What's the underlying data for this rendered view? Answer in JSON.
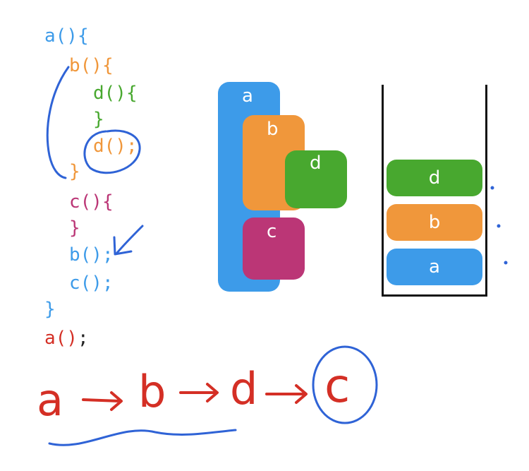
{
  "colors": {
    "blue": "#3d9be9",
    "orange": "#f0973b",
    "green": "#48a82f",
    "magenta": "#bb3676",
    "red": "#d42f25",
    "pen": "#2f63d6"
  },
  "code": [
    {
      "text": "a(){",
      "color": "blue"
    },
    {
      "text": "b(){",
      "color": "orange"
    },
    {
      "text": "d(){",
      "color": "green"
    },
    {
      "text": "}",
      "color": "green"
    },
    {
      "text": "d();",
      "color": "orange"
    },
    {
      "text": "}",
      "color": "orange"
    },
    {
      "text": "c(){",
      "color": "magenta"
    },
    {
      "text": "}",
      "color": "magenta"
    },
    {
      "text": "b();",
      "color": "blue"
    },
    {
      "text": "c();",
      "color": "blue"
    },
    {
      "text": "}",
      "color": "blue"
    },
    {
      "text": "a()",
      "color": "red",
      "suffix": ";"
    }
  ],
  "blocks": {
    "a": "a",
    "b": "b",
    "d": "d",
    "c": "c"
  },
  "stack": {
    "top": "d",
    "middle": "b",
    "bottom": "a"
  },
  "handwriting": {
    "seq": [
      "a",
      "b",
      "d",
      "c"
    ]
  }
}
